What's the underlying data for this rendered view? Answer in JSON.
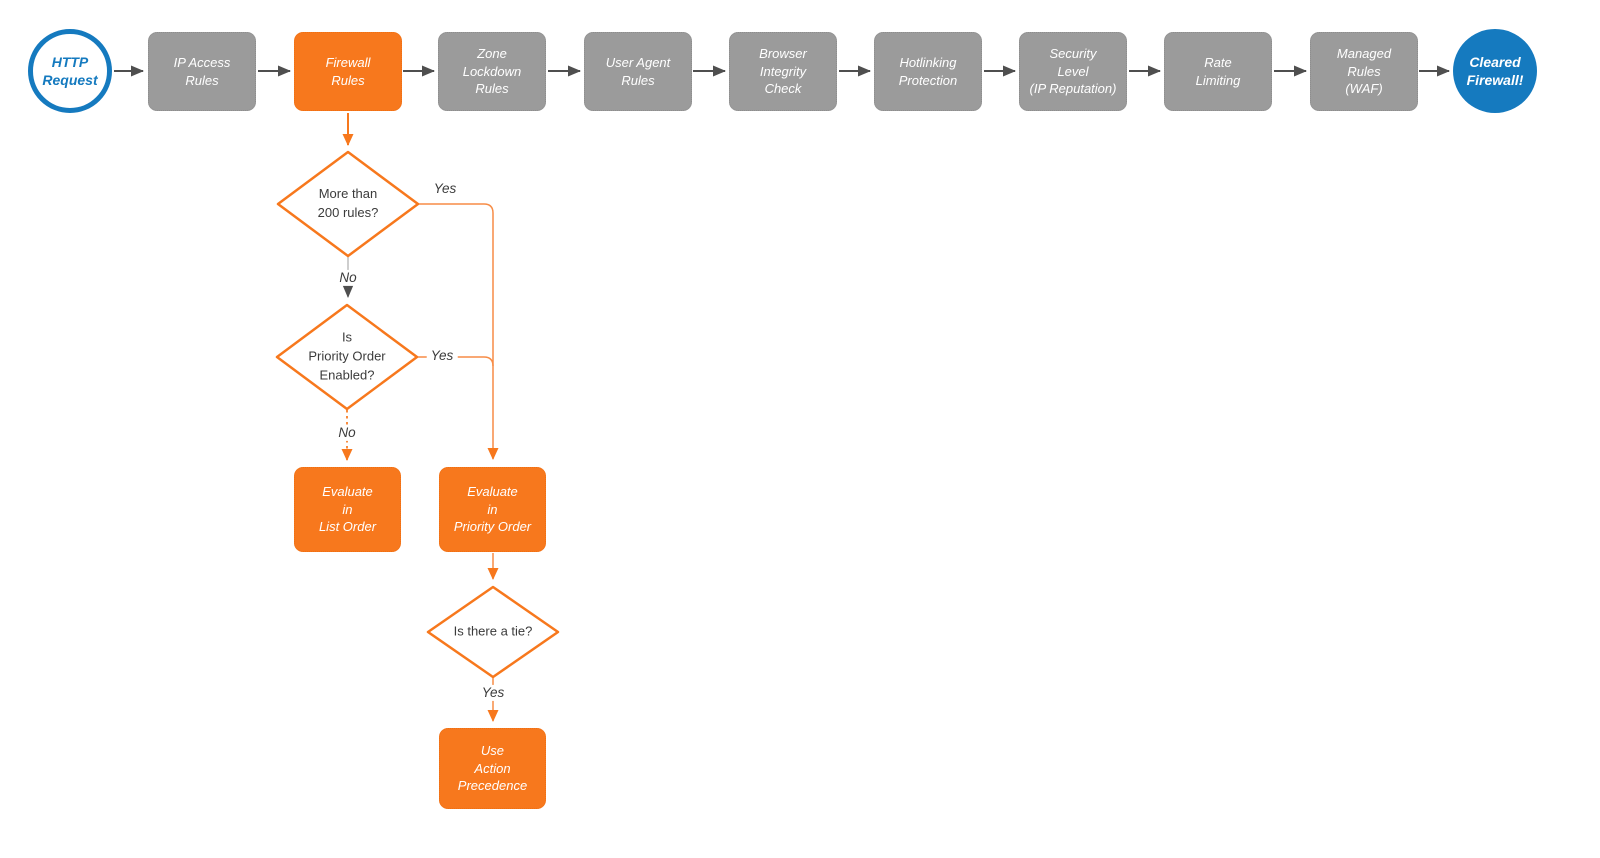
{
  "flow": {
    "start": {
      "label": "HTTP\nRequest"
    },
    "end": {
      "label": "Cleared\nFirewall!"
    },
    "pipeline": [
      {
        "label": "IP Access\nRules"
      },
      {
        "label": "Firewall\nRules"
      },
      {
        "label": "Zone\nLockdown\nRules"
      },
      {
        "label": "User Agent\nRules"
      },
      {
        "label": "Browser\nIntegrity\nCheck"
      },
      {
        "label": "Hotlinking\nProtection"
      },
      {
        "label": "Security\nLevel\n(IP Reputation)"
      },
      {
        "label": "Rate\nLimiting"
      },
      {
        "label": "Managed\nRules\n(WAF)"
      }
    ],
    "decisions": [
      {
        "label": "More than\n200 rules?"
      },
      {
        "label": "Is\nPriority Order\nEnabled?"
      },
      {
        "label": "Is there a tie?"
      }
    ],
    "actions": [
      {
        "label": "Evaluate\nin\nList Order"
      },
      {
        "label": "Evaluate\nin\nPriority Order"
      },
      {
        "label": "Use\nAction\nPrecedence"
      }
    ],
    "edge_labels": {
      "decision1_yes": "Yes",
      "decision1_no": "No",
      "decision2_yes": "Yes",
      "decision2_no": "No",
      "tie_yes": "Yes"
    }
  },
  "colors": {
    "accent_orange": "#f7781d",
    "accent_blue": "#157abf",
    "node_gray": "#9b9b9b",
    "connector_dark": "#4f4f4f",
    "connector_light_orange": "#f78c46",
    "text_dark": "#3b3b3b"
  }
}
